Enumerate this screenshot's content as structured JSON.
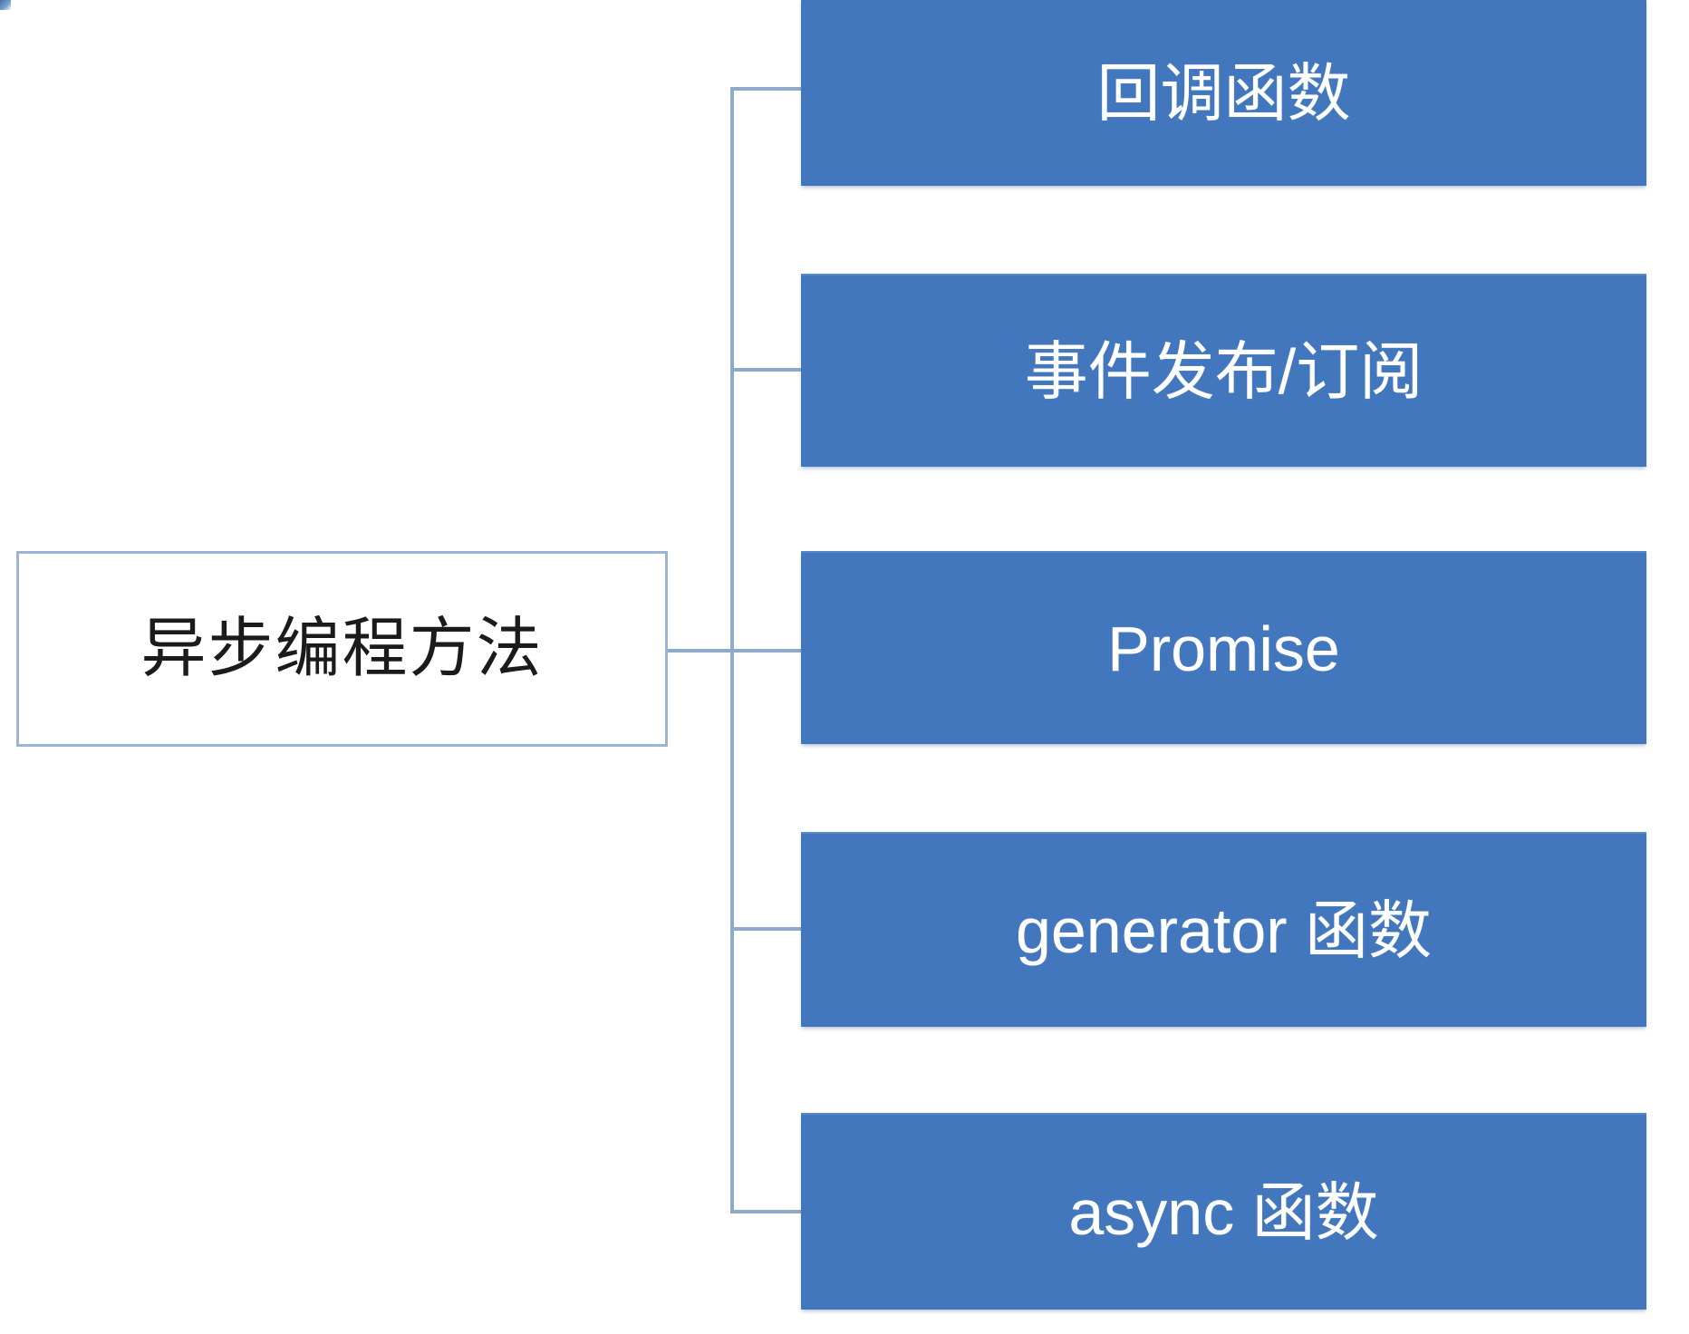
{
  "diagram": {
    "type": "horizontal-tree",
    "title": "异步编程方法",
    "root": {
      "label": "异步编程方法",
      "fill": "#ffffff",
      "border_color": "#9cb5d4",
      "text_color": "#1b1b1b"
    },
    "branch_color": "#8fa9c9",
    "leaf_fill": "#4277be",
    "leaf_text_color": "#ffffff",
    "leaves": [
      {
        "label": "回调函数"
      },
      {
        "label": "事件发布/订阅"
      },
      {
        "label": "Promise"
      },
      {
        "label": "generator 函数"
      },
      {
        "label": "async 函数"
      }
    ]
  }
}
